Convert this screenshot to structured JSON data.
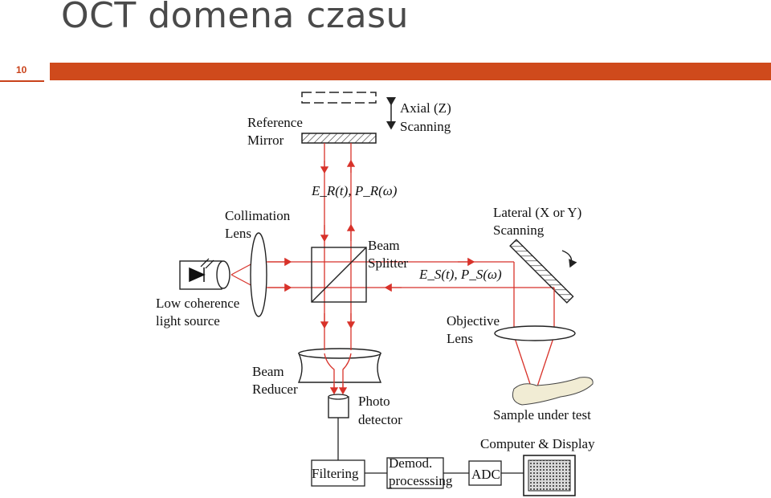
{
  "slide": {
    "title": "OCT domena czasu",
    "number": "10"
  },
  "diagram": {
    "labels": {
      "reference_mirror_l1": "Reference",
      "reference_mirror_l2": "Mirror",
      "axial_l1": "Axial (Z)",
      "axial_l2": "Scanning",
      "ref_field": "E_R(t), P_R(ω)",
      "collimation_l1": "Collimation",
      "collimation_l2": "Lens",
      "beam_splitter_l1": "Beam",
      "beam_splitter_l2": "Splitter",
      "lateral_l1": "Lateral (X or Y)",
      "lateral_l2": "Scanning",
      "sample_field": "E_S(t), P_S(ω)",
      "light_source_l1": "Low coherence",
      "light_source_l2": "light source",
      "objective_l1": "Objective",
      "objective_l2": "Lens",
      "beam_reducer_l1": "Beam",
      "beam_reducer_l2": "Reducer",
      "photo_detector_l1": "Photo",
      "photo_detector_l2": "detector",
      "sample": "Sample under test",
      "computer": "Computer & Display",
      "filtering": "Filtering",
      "demod_l1": "Demod.",
      "demod_l2": "processsing",
      "adc": "ADC"
    },
    "colors": {
      "beam": "#d8322a",
      "line": "#222222",
      "sample_fill": "#f1ecd4",
      "accent": "#cf4a1c"
    }
  }
}
